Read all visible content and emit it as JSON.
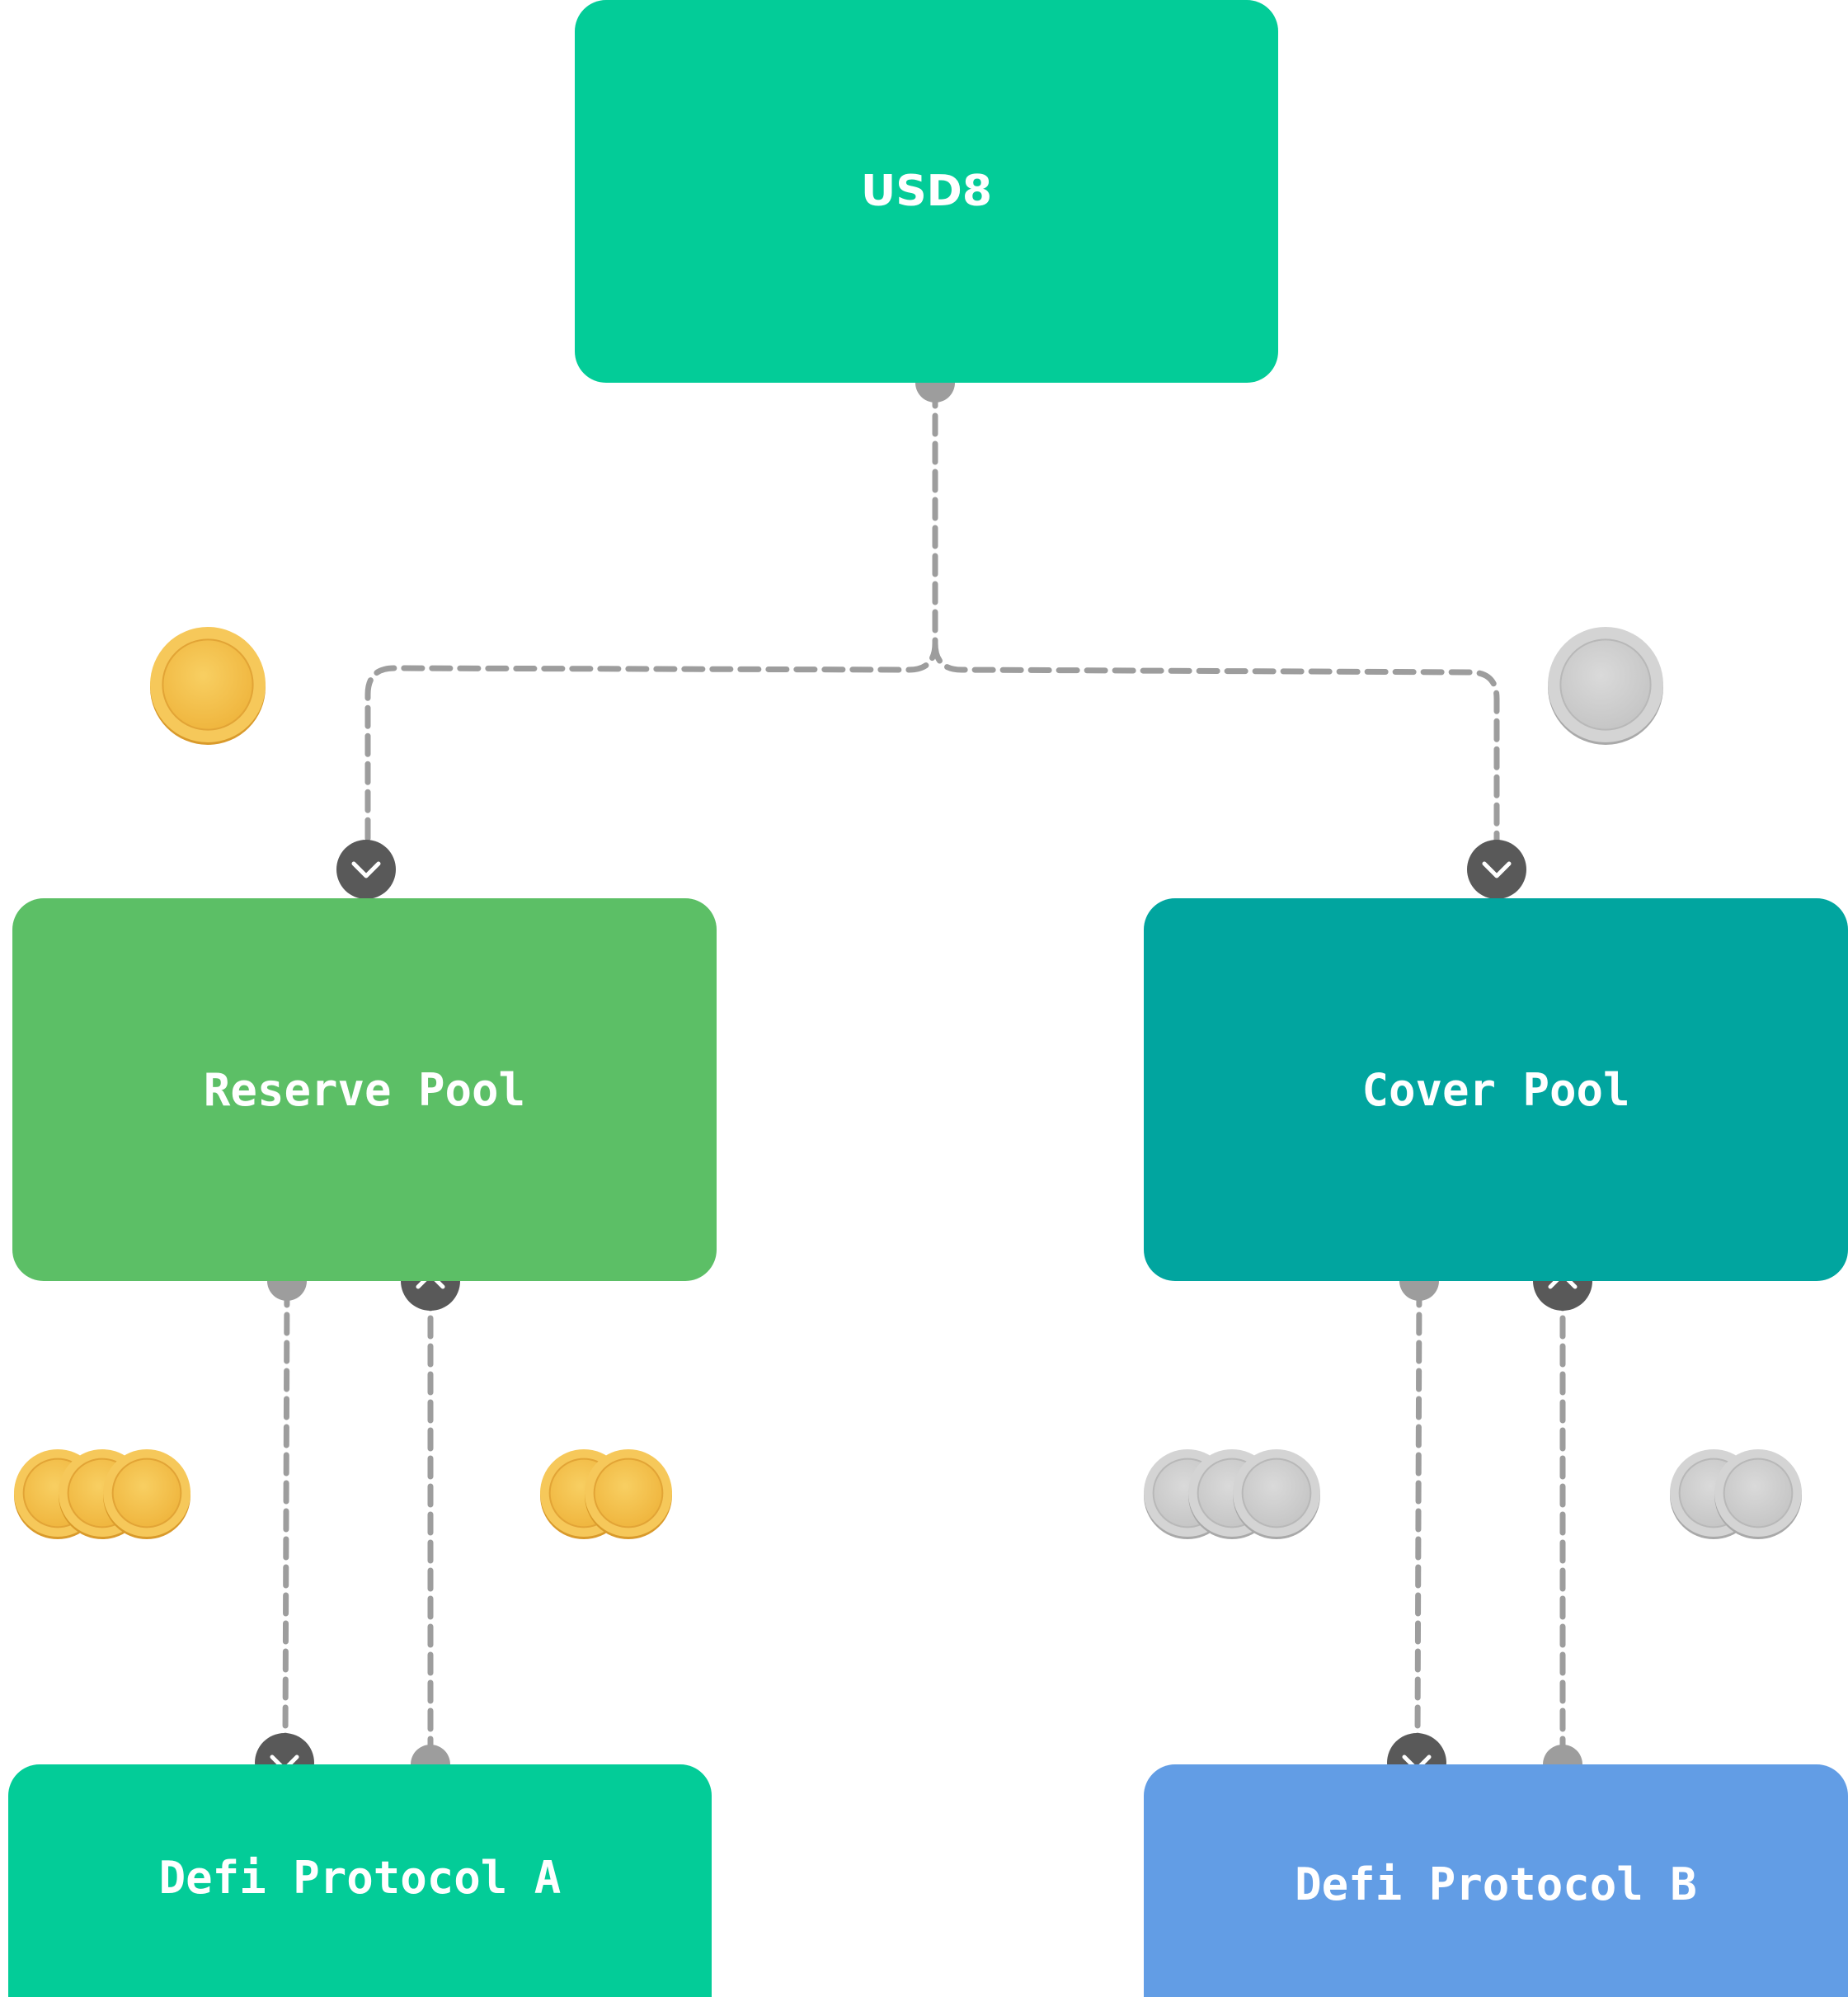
{
  "nodes": {
    "usd8": {
      "label": "USD8",
      "color": "#03cc98"
    },
    "reserve_pool": {
      "label": "Reserve Pool",
      "color": "#5cbf66"
    },
    "cover_pool": {
      "label": "Cover Pool",
      "color": "#01a59f"
    },
    "protocol_a": {
      "label": "Defi Protocol A",
      "color": "#03cc98"
    },
    "protocol_b": {
      "label": "Defi Protocol B",
      "color": "#629de5"
    }
  },
  "colors": {
    "connector": "#9d9d9d",
    "port": "#9d9d9d",
    "arrow_port": "#595959",
    "gold_coin": "#f3be4b",
    "silver_coin": "#cbcbcb"
  },
  "coin_groups": [
    {
      "id": "gold-single",
      "kind": "gold",
      "count": 1
    },
    {
      "id": "silver-single",
      "kind": "silver",
      "count": 1
    },
    {
      "id": "gold-triple",
      "kind": "gold",
      "count": 3
    },
    {
      "id": "gold-double",
      "kind": "gold",
      "count": 2
    },
    {
      "id": "silver-triple",
      "kind": "silver",
      "count": 3
    },
    {
      "id": "silver-double",
      "kind": "silver",
      "count": 2
    }
  ],
  "icons": [
    "chevron-down-icon",
    "chevron-up-icon",
    "coin-icon"
  ]
}
